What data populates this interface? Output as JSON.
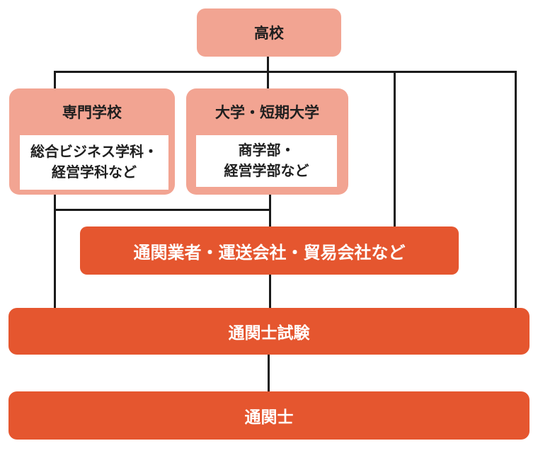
{
  "diagram": {
    "nodes": {
      "highschool": {
        "label": "高校"
      },
      "vocational": {
        "title": "専門学校",
        "dept_lines": [
          "総合ビジネス学科・",
          "経営学科など"
        ]
      },
      "university": {
        "title": "大学・短期大学",
        "dept_lines": [
          "商学部・",
          "経営学部など"
        ]
      },
      "companies": {
        "label": "通関業者・運送会社・貿易会社など"
      },
      "exam": {
        "label": "通関士試験"
      },
      "license": {
        "label": "通関士"
      }
    },
    "colors": {
      "salmon": "#F2A492",
      "orange": "#E5562F",
      "line": "#1A1A1A",
      "text_dark": "#1F1F1F",
      "text_light": "#FFFFFF",
      "inner_bg": "#FFFFFF"
    }
  }
}
